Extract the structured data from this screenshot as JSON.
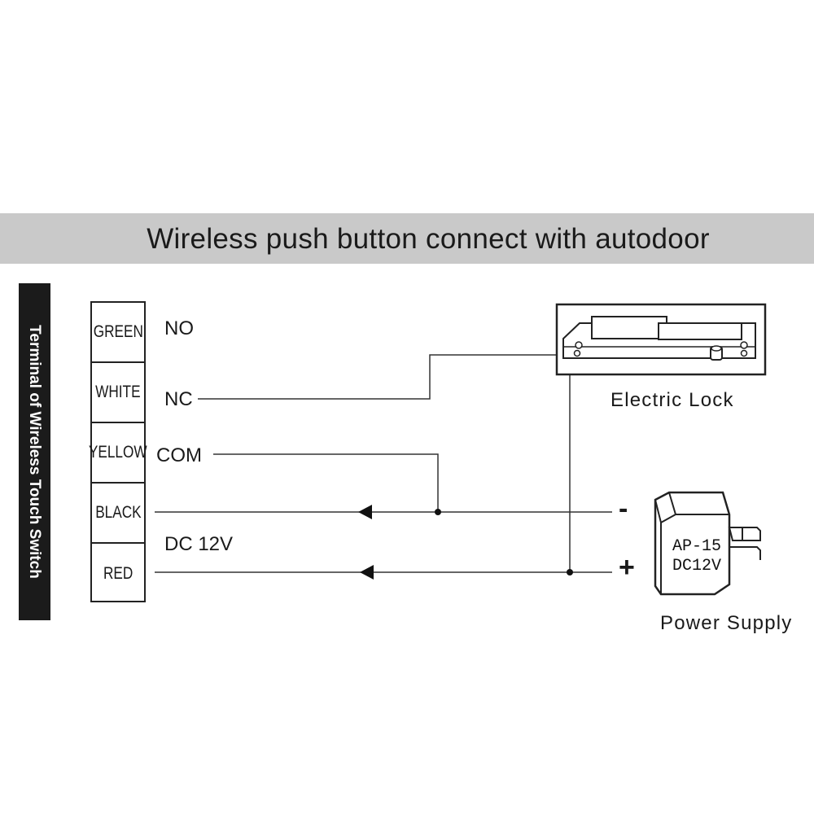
{
  "title": "Wireless push button connect with autodoor",
  "side_label": "Terminal of Wireless Touch Switch",
  "terminals": [
    {
      "color": "GREEN",
      "signal": "NO"
    },
    {
      "color": "WHITE",
      "signal": "NC"
    },
    {
      "color": "YELLOW",
      "signal": "COM"
    },
    {
      "color": "BLACK",
      "signal": ""
    },
    {
      "color": "RED",
      "signal": "DC 12V"
    }
  ],
  "electric_lock": {
    "label": "Electric Lock"
  },
  "power_supply": {
    "label": "Power Supply",
    "model_line1": "AP-15",
    "model_line2": "DC12V",
    "minus": "-",
    "plus": "+"
  }
}
